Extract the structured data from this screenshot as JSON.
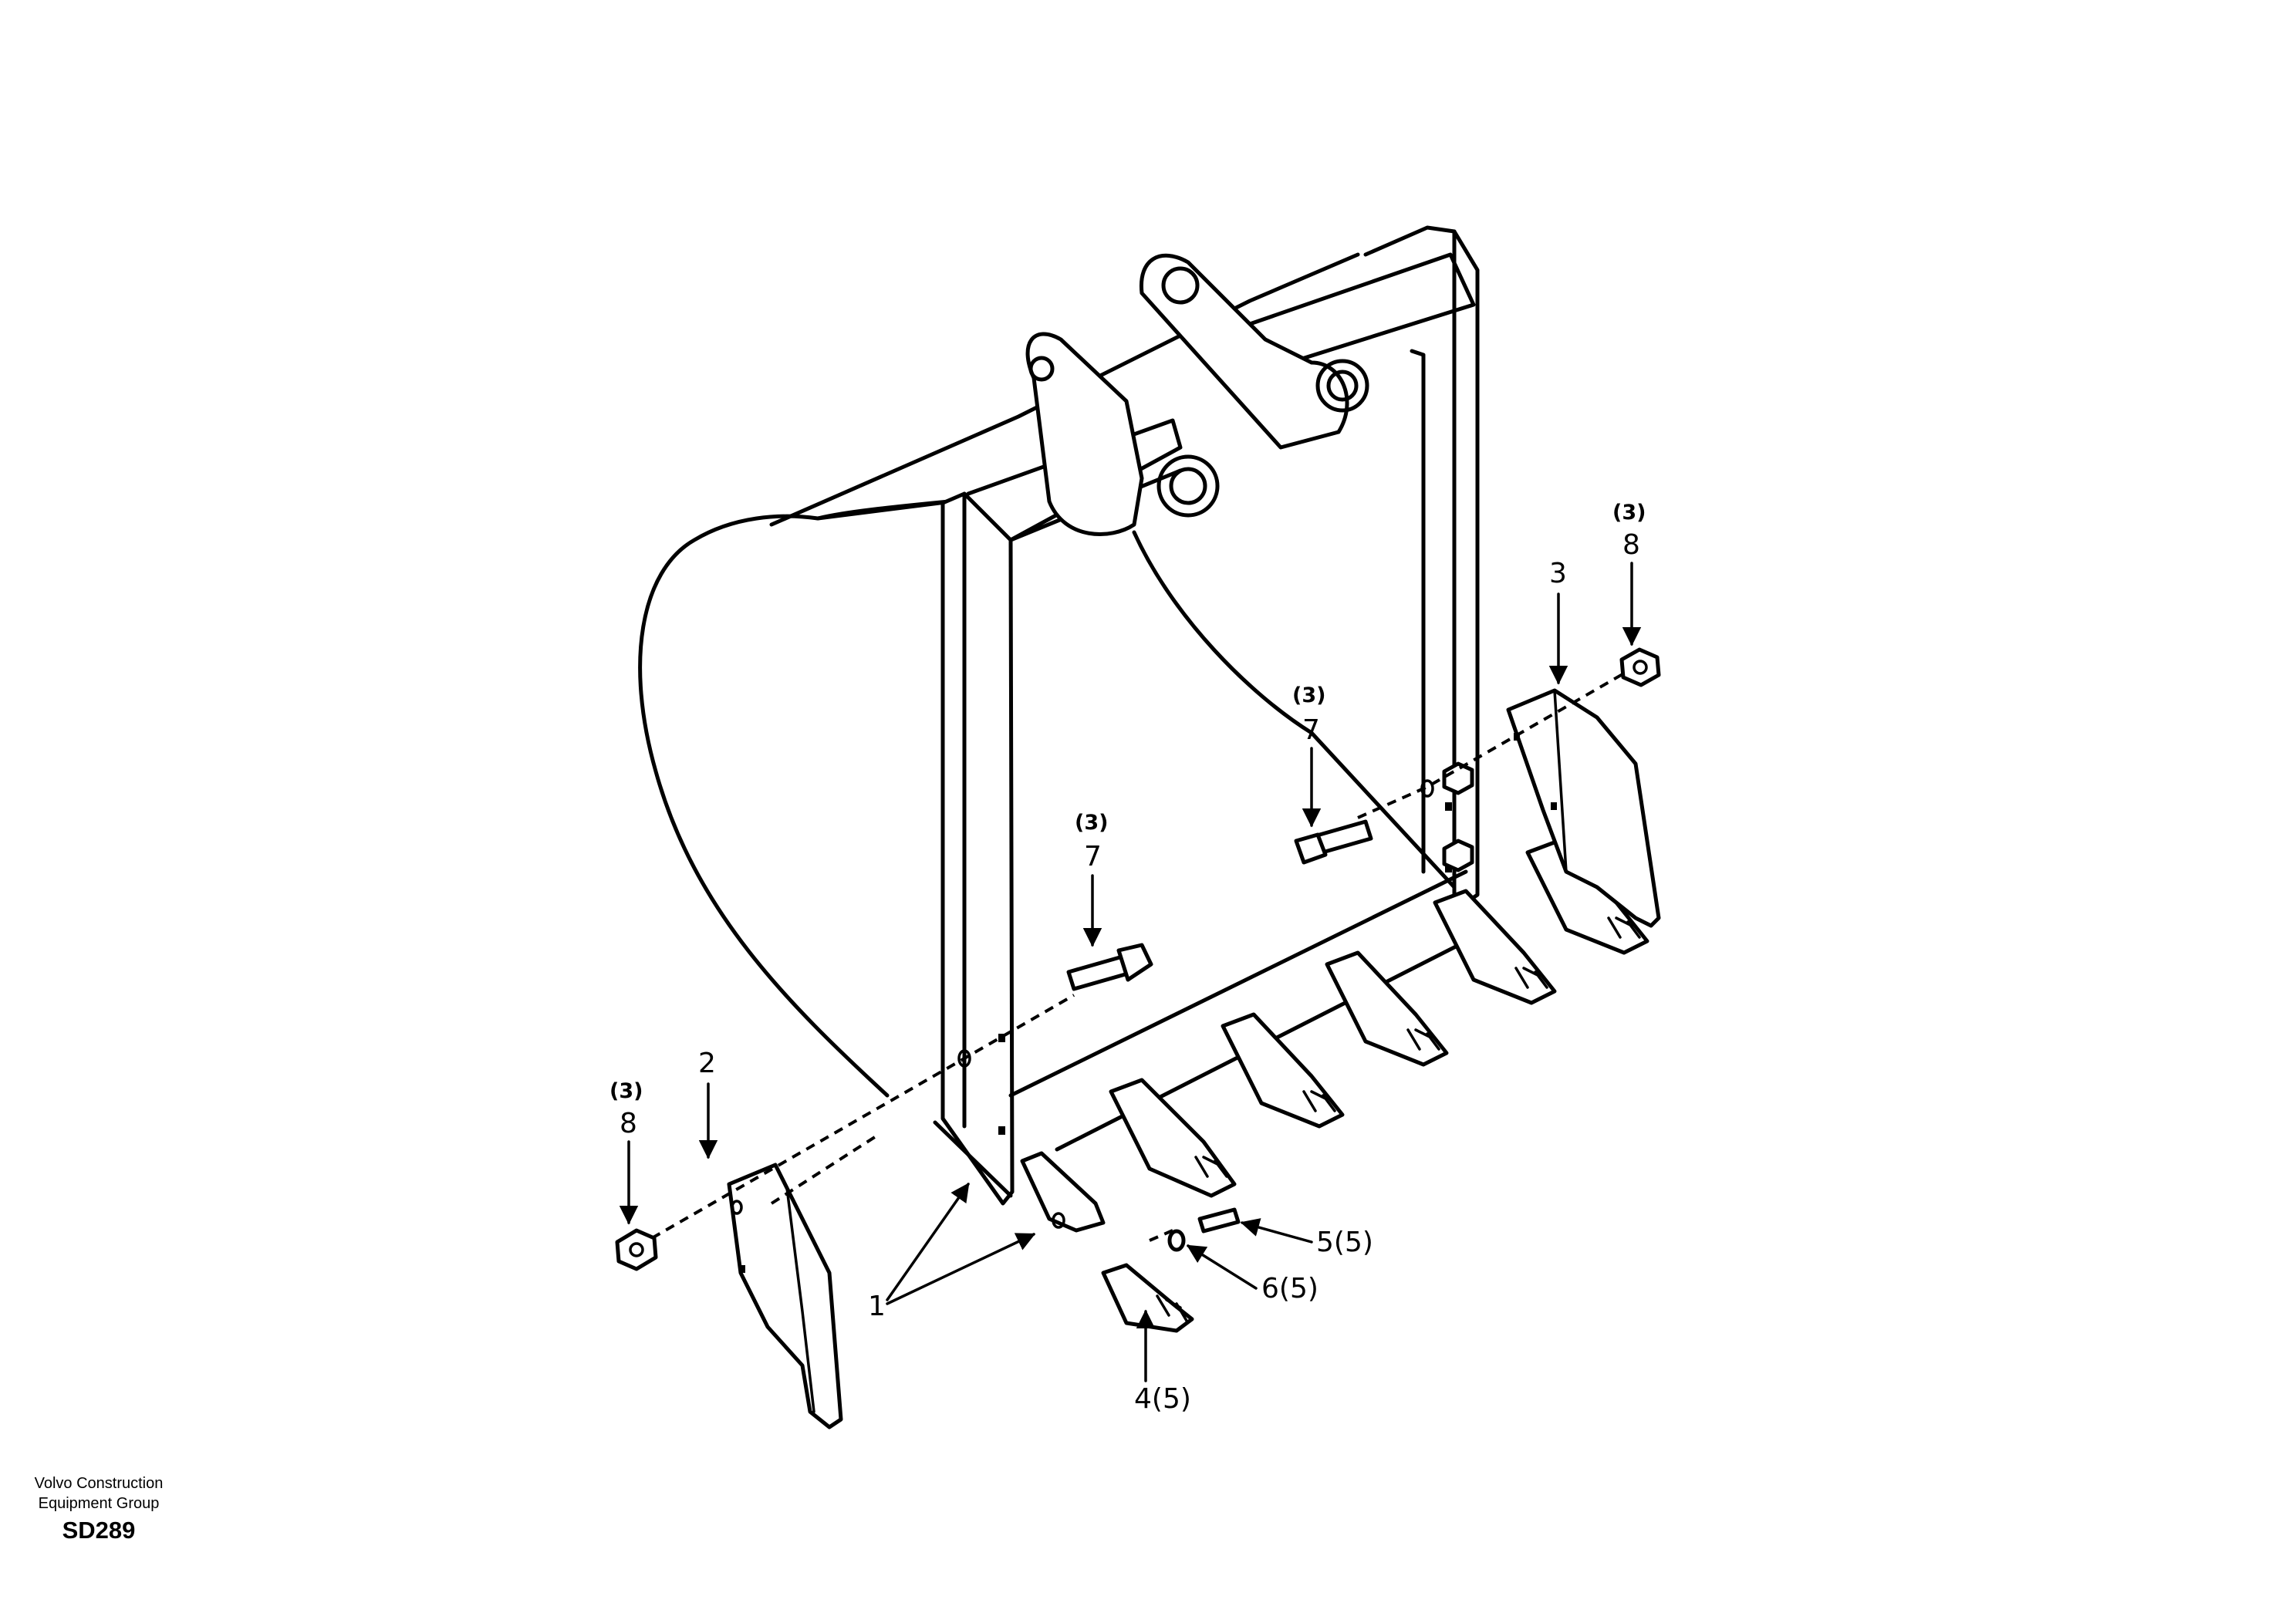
{
  "footer": {
    "company_line1": "Volvo Construction",
    "company_line2": "Equipment Group",
    "drawing_code": "SD289"
  },
  "callouts": {
    "c1": "1",
    "c2": "2",
    "c3": "3",
    "c4": "4(5)",
    "c5": "5(5)",
    "c6": "6(5)",
    "c7a_qty": "(3)",
    "c7a": "7",
    "c7b_qty": "(3)",
    "c7b": "7",
    "c8a_qty": "(3)",
    "c8a": "8",
    "c8b_qty": "(3)",
    "c8b": "8"
  }
}
